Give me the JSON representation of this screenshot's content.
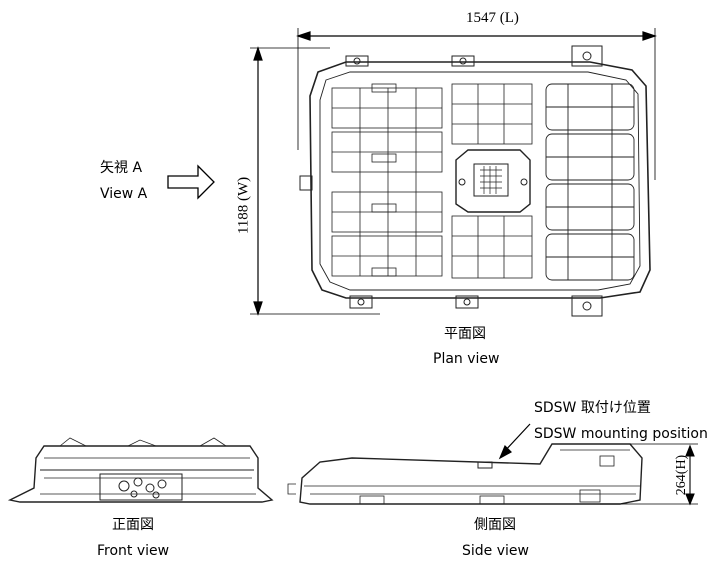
{
  "plan": {
    "length_label": "1547 (L)",
    "width_label": "1188 (W)",
    "caption_jp": "平面図",
    "caption_en": "Plan view"
  },
  "view_arrow": {
    "label_jp": "矢視 A",
    "label_en": "View A"
  },
  "front": {
    "caption_jp": "正面図",
    "caption_en": "Front view"
  },
  "side": {
    "caption_jp": "側面図",
    "caption_en": "Side view",
    "height_label": "264(H)"
  },
  "sdsw": {
    "label_jp": "SDSW 取付け位置",
    "label_en": "SDSW mounting position"
  }
}
